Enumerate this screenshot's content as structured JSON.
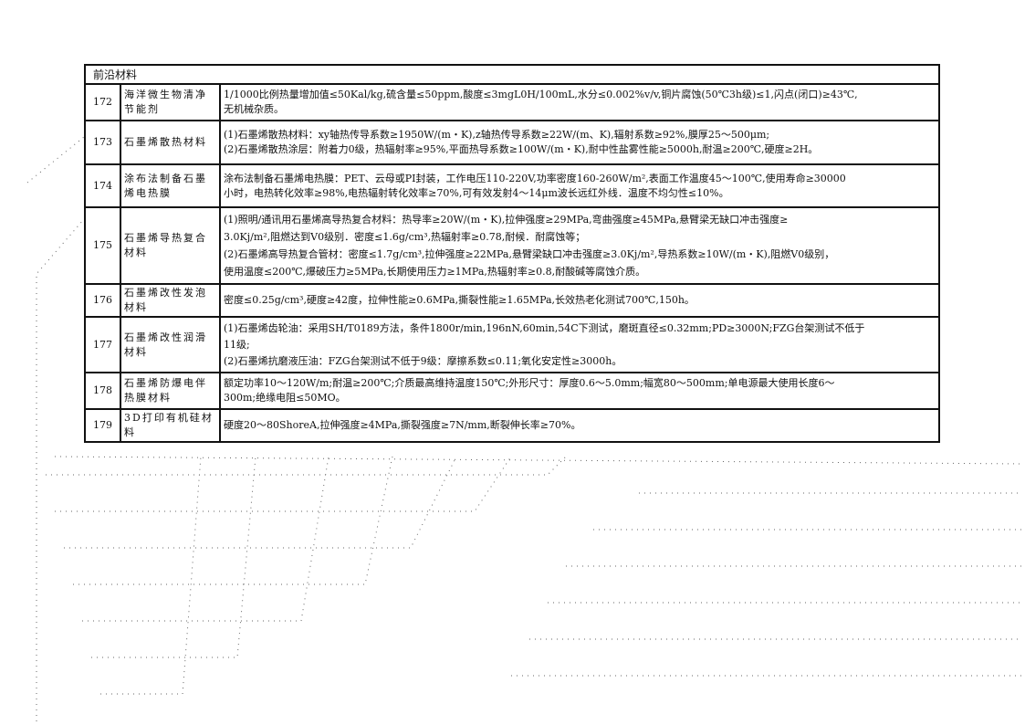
{
  "section_title": "前沿材料",
  "rows": [
    {
      "no": "172",
      "name": "海洋微生物清净节能剂",
      "spec": "1/1000比例热量增加值≤50Kal/kg,硫含量≤50ppm,酸度≤3mgL0H/100mL,水分≤0.002%v/v,铜片腐蚀(50℃3h级)≤1,闪点(闭口)≥43℃,\n无机械杂质。"
    },
    {
      "no": "173",
      "name": "石墨烯散热材料",
      "spec": "(1)石墨烯散热材料：xy轴热传导系数≥1950W/(m・K),z轴热传导系数≥22W/(m、K),辐射系数≥92%,膜厚25～500μm;\n(2)石墨烯散热涂层：附着力0级，热辐射率≥95%,平面热导系数≥100W/(m・K),耐中性盐雾性能≥5000h,耐温≥200℃,硬度≥2H。"
    },
    {
      "no": "174",
      "name": "涂布法制备石墨烯电热膜",
      "spec": "涂布法制备石墨烯电热膜：PET、云母或PI封装，工作电压110-220V,功率密度160-260W/m²,表面工作温度45～100℃,使用寿命≥30000\n小时，电热转化效率≥98%,电热辐射转化效率≥70%,可有效发射4～14μm波长远红外线．温度不均匀性≤10%。"
    },
    {
      "no": "175",
      "name": "石墨烯导热复合材料",
      "spec": "(1)照明/通讯用石墨烯高导热复合材料：热导率≥20W/(m・K),拉伸强度≥29MPa,弯曲强度≥45MPa,悬臂梁无缺口冲击强度≥\n3.0Kj/m²,阻燃达到V0级别．密度≤1.6g/cm³,热辐射率≥0.78,耐候．耐腐蚀等；\n(2)石墨烯高导热复合管材：密度≤1.7g/cm³,拉伸强度≥22MPa,悬臂梁缺口冲击强度≥3.0Kj/m²,导热系数≥10W/(m・K),阻燃V0级别，\n使用温度≤200℃,爆破压力≥5MPa,长期使用压力≥1MPa,热辐射率≥0.8,耐酸碱等腐蚀介质。"
    },
    {
      "no": "176",
      "name": "石墨烯改性发泡材料",
      "spec": "密度≤0.25g/cm³,硬度≥42度，拉伸性能≥0.6MPa,撕裂性能≥1.65MPa,长效热老化测试700℃,150h。"
    },
    {
      "no": "177",
      "name": "石墨烯改性润滑材料",
      "spec": "(1)石墨烯齿轮油：采用SH/T0189方法，条件1800r/min,196nN,60min,54C下测试，磨斑直径≤0.32mm;PD≥3000N;FZG台架测试不低于\n11级;\n(2)石墨烯抗磨液压油：FZG台架测试不低于9级：摩擦系数≤0.11;氧化安定性≥3000h。"
    },
    {
      "no": "178",
      "name": "石墨烯防爆电伴热膜材料",
      "spec": "额定功率10～120W/m;耐温≥200℃;介质最高维持温度150℃;外形尺寸：厚度0.6～5.0mm;幅宽80～500mm;单电源最大使用长度6～\n300m;绝缘电阻≤50MO。"
    },
    {
      "no": "179",
      "name": "3D打印有机硅材料",
      "spec": "硬度20～80ShoreA,拉伸强度≥4MPa,撕裂强度≥7N/mm,断裂伸长率≥70%。"
    }
  ]
}
